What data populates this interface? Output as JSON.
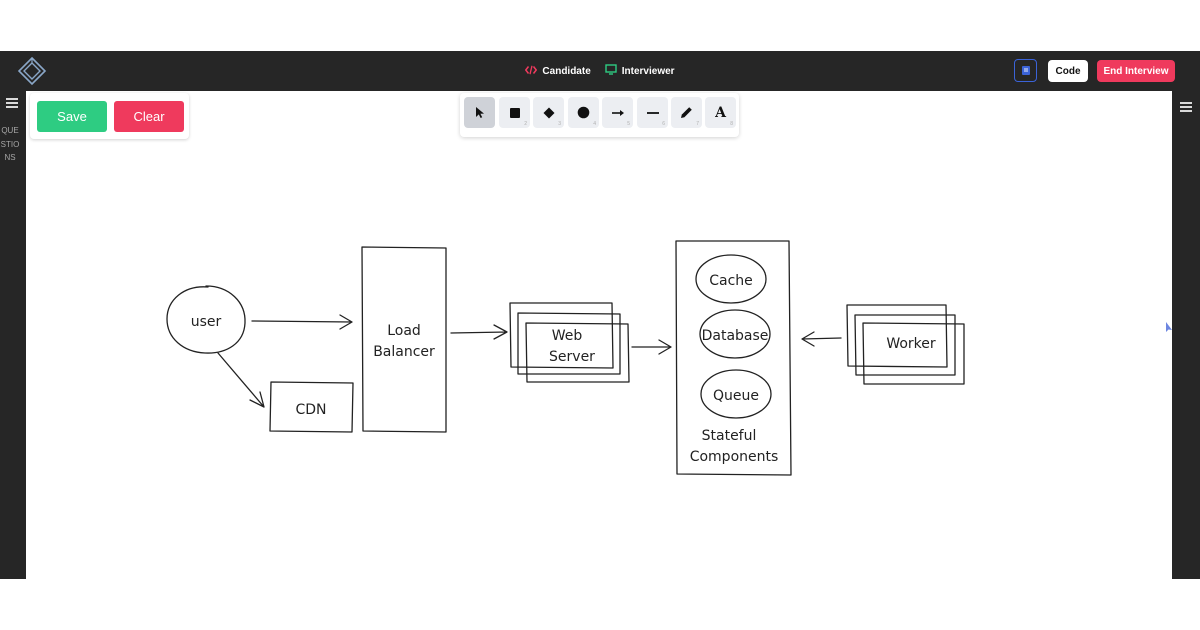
{
  "header": {
    "roles": [
      {
        "label": "Candidate",
        "icon": "code-icon",
        "color": "#ef3a5d"
      },
      {
        "label": "Interviewer",
        "icon": "monitor-icon",
        "color": "#2ecc82"
      }
    ],
    "notes_icon": "notes-icon",
    "code_label": "Code",
    "end_label": "End Interview",
    "accent_red": "#ef3a5d",
    "accent_green": "#2ecc82",
    "accent_blue": "#3b63d8"
  },
  "left_rail": {
    "label": "QUESTIONS",
    "icon": "menu-icon"
  },
  "right_rail": {
    "icon": "menu-icon"
  },
  "actions": {
    "save_label": "Save",
    "clear_label": "Clear"
  },
  "toolbar": {
    "tools": [
      {
        "name": "select",
        "icon": "pointer-icon",
        "key": "",
        "active": true
      },
      {
        "name": "rectangle",
        "icon": "square-icon",
        "key": "2"
      },
      {
        "name": "diamond",
        "icon": "diamond-icon",
        "key": "3"
      },
      {
        "name": "ellipse",
        "icon": "circle-icon",
        "key": "4"
      },
      {
        "name": "arrow",
        "icon": "arrow-icon",
        "key": "5"
      },
      {
        "name": "line",
        "icon": "line-icon",
        "key": "6"
      },
      {
        "name": "draw",
        "icon": "pencil-icon",
        "key": "7"
      },
      {
        "name": "text",
        "icon": "text-icon",
        "glyph": "A",
        "key": "8"
      }
    ]
  },
  "diagram": {
    "nodes": {
      "user": "user",
      "cdn": "CDN",
      "load_balancer_1": "Load",
      "load_balancer_2": "Balancer",
      "web_server_1": "Web",
      "web_server_2": "Server",
      "cache": "Cache",
      "database": "Database",
      "queue": "Queue",
      "stateful_1": "Stateful",
      "stateful_2": "Components",
      "worker": "Worker"
    }
  }
}
